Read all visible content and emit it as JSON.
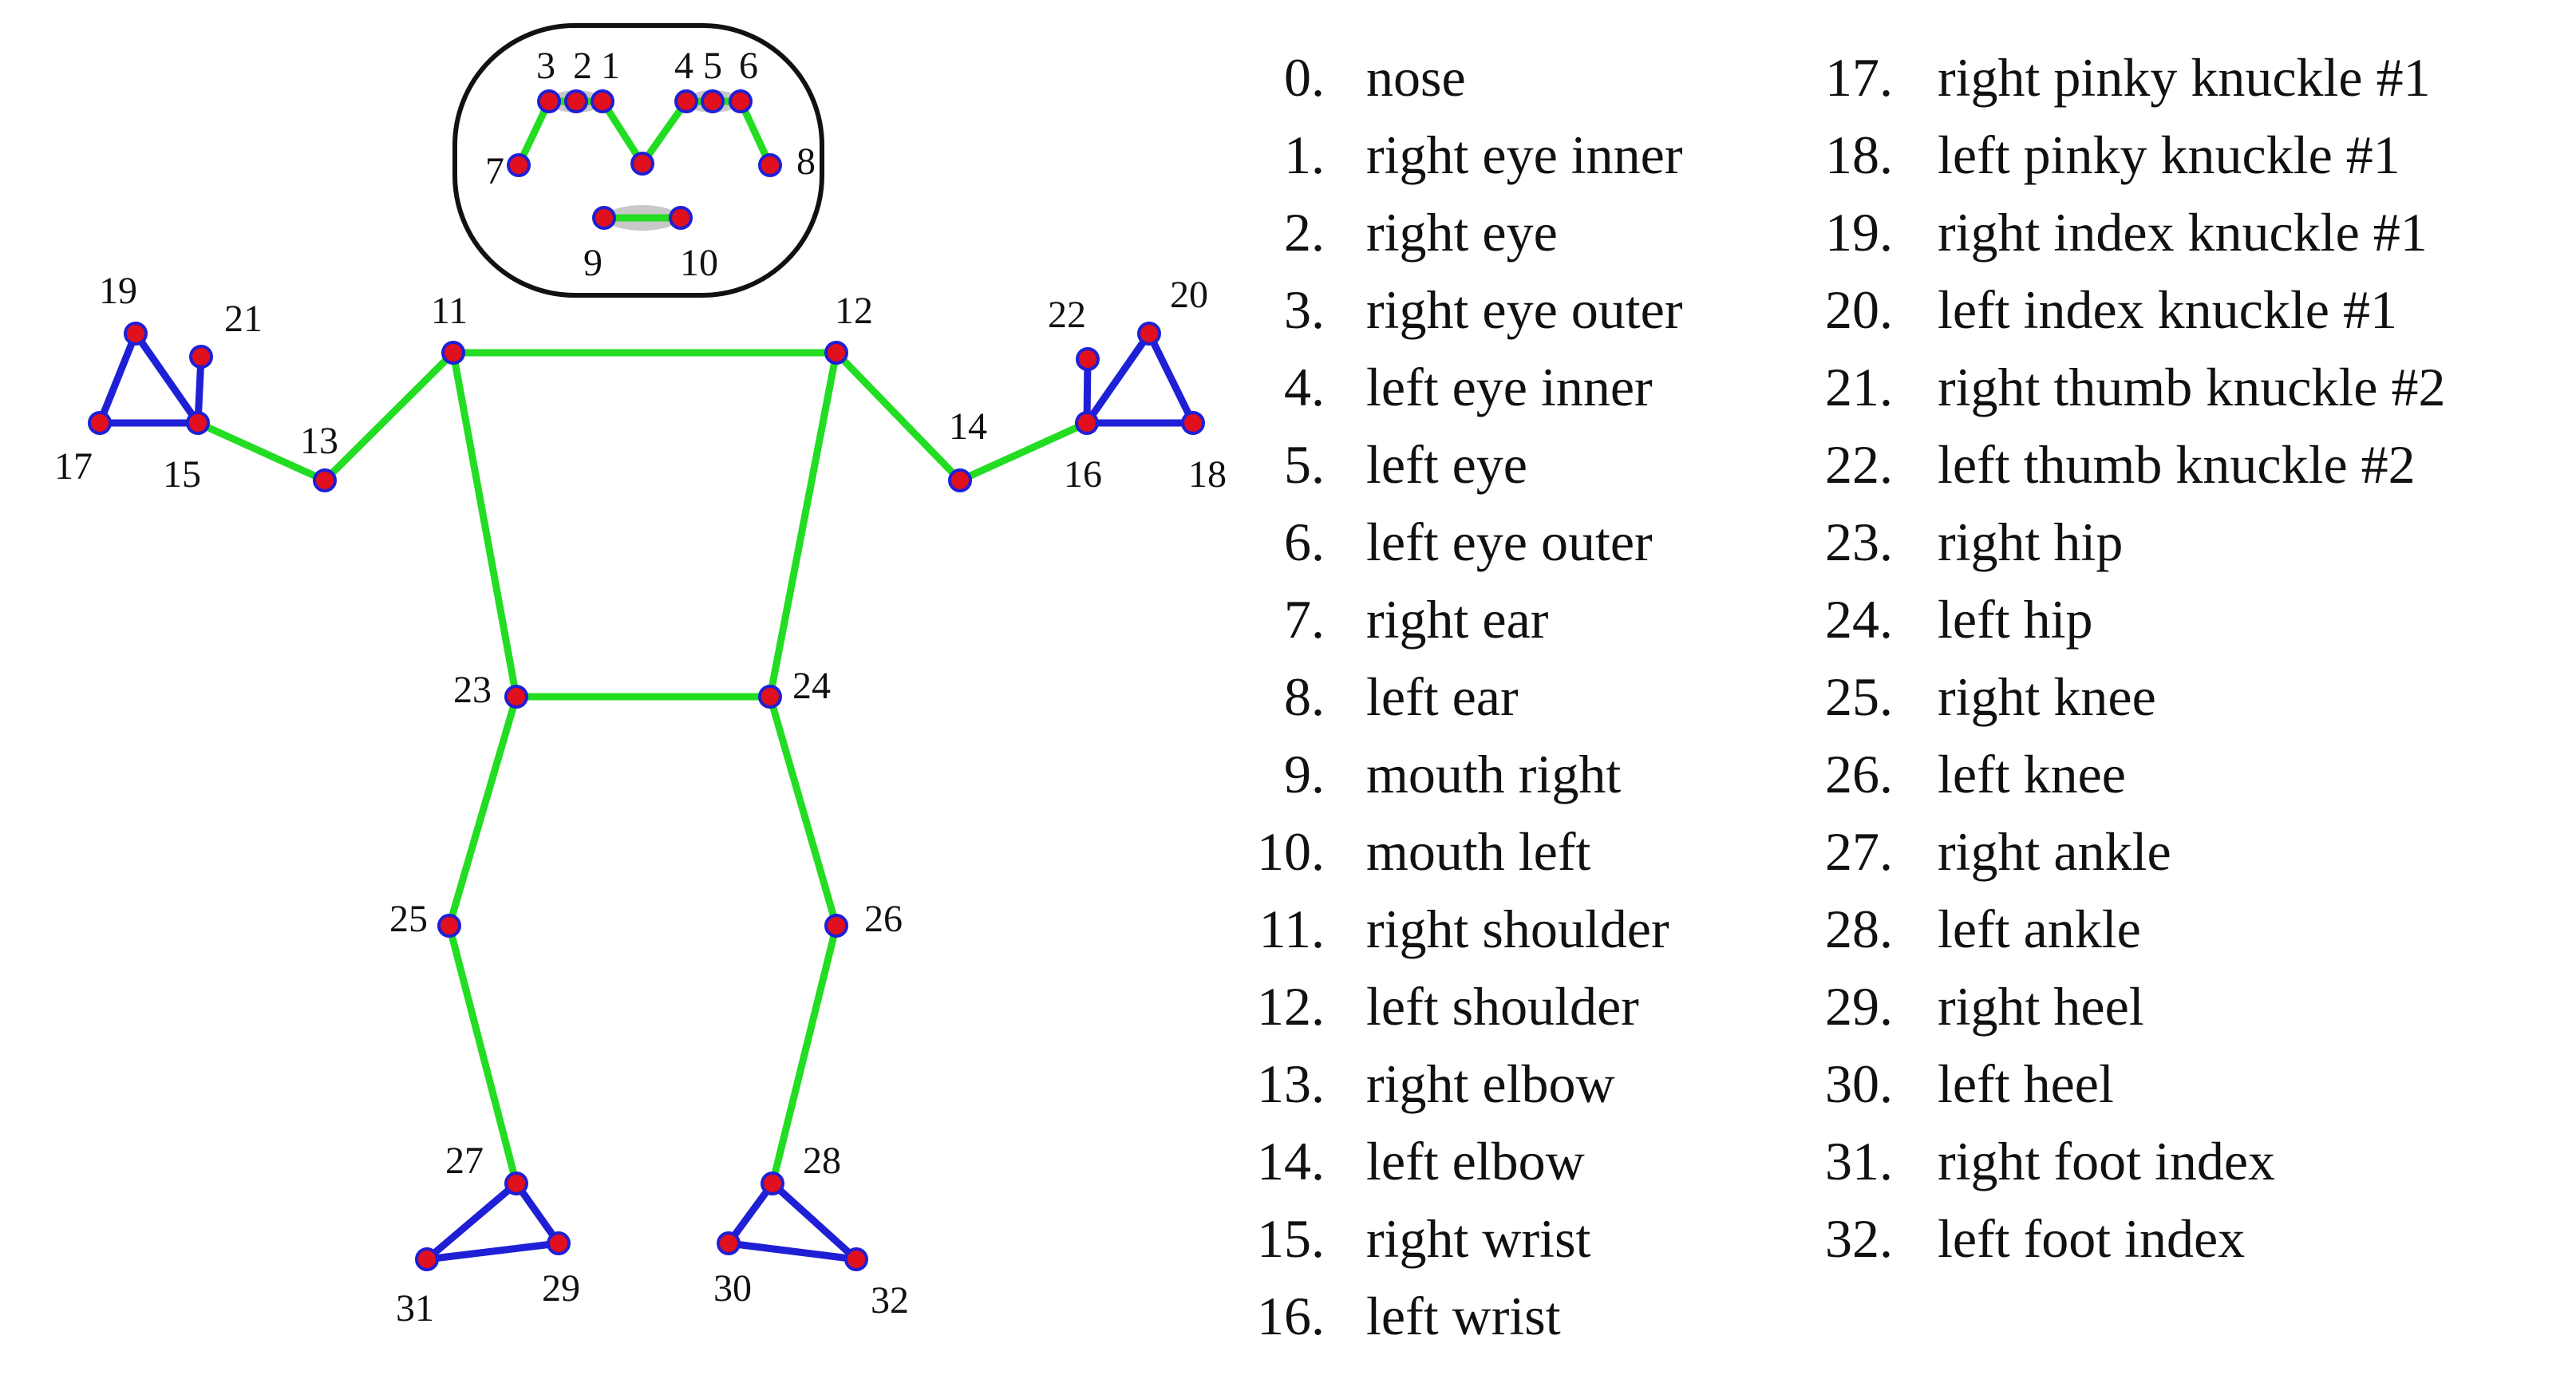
{
  "colors": {
    "torso_limb_edge": "#22dd22",
    "hand_foot_edge": "#1f1fd6",
    "keypoint_fill": "#e0101e",
    "keypoint_stroke": "#1f1fd6",
    "face_outline": "#111111",
    "eye_mouth_highlight": "#c8c8c8"
  },
  "keypoint_number_labels": {
    "0": "",
    "1": "1",
    "2": "2",
    "3": "3",
    "4": "4",
    "5": "5",
    "6": "6",
    "7": "7",
    "8": "8",
    "9": "9",
    "10": "10",
    "11": "11",
    "12": "12",
    "13": "13",
    "14": "14",
    "15": "15",
    "16": "16",
    "17": "17",
    "18": "18",
    "19": "19",
    "20": "20",
    "21": "21",
    "22": "22",
    "23": "23",
    "24": "24",
    "25": "25",
    "26": "26",
    "27": "27",
    "28": "28",
    "29": "29",
    "30": "30",
    "31": "31",
    "32": "32"
  },
  "legend": [
    {
      "num": "0.",
      "name": "nose"
    },
    {
      "num": "1.",
      "name": "right eye inner"
    },
    {
      "num": "2.",
      "name": "right eye"
    },
    {
      "num": "3.",
      "name": "right eye outer"
    },
    {
      "num": "4.",
      "name": "left eye inner"
    },
    {
      "num": "5.",
      "name": "left eye"
    },
    {
      "num": "6.",
      "name": "left eye outer"
    },
    {
      "num": "7.",
      "name": "right ear"
    },
    {
      "num": "8.",
      "name": "left ear"
    },
    {
      "num": "9.",
      "name": "mouth right"
    },
    {
      "num": "10.",
      "name": "mouth left"
    },
    {
      "num": "11.",
      "name": "right shoulder"
    },
    {
      "num": "12.",
      "name": "left shoulder"
    },
    {
      "num": "13.",
      "name": "right elbow"
    },
    {
      "num": "14.",
      "name": "left elbow"
    },
    {
      "num": "15.",
      "name": "right wrist"
    },
    {
      "num": "16.",
      "name": "left wrist"
    },
    {
      "num": "17.",
      "name": "right pinky knuckle #1"
    },
    {
      "num": "18.",
      "name": "left pinky knuckle #1"
    },
    {
      "num": "19.",
      "name": "right index knuckle #1"
    },
    {
      "num": "20.",
      "name": "left index knuckle #1"
    },
    {
      "num": "21.",
      "name": "right thumb knuckle #2"
    },
    {
      "num": "22.",
      "name": "left thumb knuckle #2"
    },
    {
      "num": "23.",
      "name": "right hip"
    },
    {
      "num": "24.",
      "name": "left hip"
    },
    {
      "num": "25.",
      "name": "right knee"
    },
    {
      "num": "26.",
      "name": "left knee"
    },
    {
      "num": "27.",
      "name": "right ankle"
    },
    {
      "num": "28.",
      "name": "left ankle"
    },
    {
      "num": "29.",
      "name": "right heel"
    },
    {
      "num": "30.",
      "name": "left heel"
    },
    {
      "num": "31.",
      "name": "right foot index"
    },
    {
      "num": "32.",
      "name": "left foot index"
    }
  ],
  "edges_green": [
    [
      11,
      12
    ],
    [
      11,
      13
    ],
    [
      13,
      15
    ],
    [
      12,
      14
    ],
    [
      14,
      16
    ],
    [
      11,
      23
    ],
    [
      12,
      24
    ],
    [
      23,
      24
    ],
    [
      23,
      25
    ],
    [
      25,
      27
    ],
    [
      24,
      26
    ],
    [
      26,
      28
    ],
    [
      3,
      2
    ],
    [
      2,
      1
    ],
    [
      1,
      0
    ],
    [
      0,
      4
    ],
    [
      4,
      5
    ],
    [
      5,
      6
    ],
    [
      3,
      7
    ],
    [
      6,
      8
    ],
    [
      9,
      10
    ]
  ],
  "edges_blue": [
    [
      15,
      17
    ],
    [
      17,
      19
    ],
    [
      19,
      15
    ],
    [
      15,
      21
    ],
    [
      16,
      18
    ],
    [
      18,
      20
    ],
    [
      20,
      16
    ],
    [
      16,
      22
    ],
    [
      27,
      29
    ],
    [
      29,
      31
    ],
    [
      31,
      27
    ],
    [
      28,
      30
    ],
    [
      30,
      32
    ],
    [
      32,
      28
    ]
  ]
}
